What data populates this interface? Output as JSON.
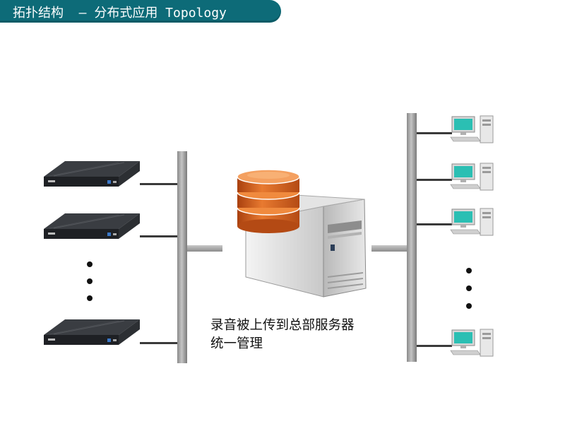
{
  "header": {
    "title": "拓扑结构  – 分布式应用 Topology"
  },
  "caption": {
    "line1": "录音被上传到总部服务器",
    "line2": "统一管理"
  },
  "colors": {
    "title_bar": "#0d6b78",
    "bus": "#a8a8a8",
    "disk": "#e06820"
  },
  "icons": {
    "recorder": "rack-recorder-icon",
    "server": "database-server-icon",
    "client": "desktop-pc-icon"
  }
}
